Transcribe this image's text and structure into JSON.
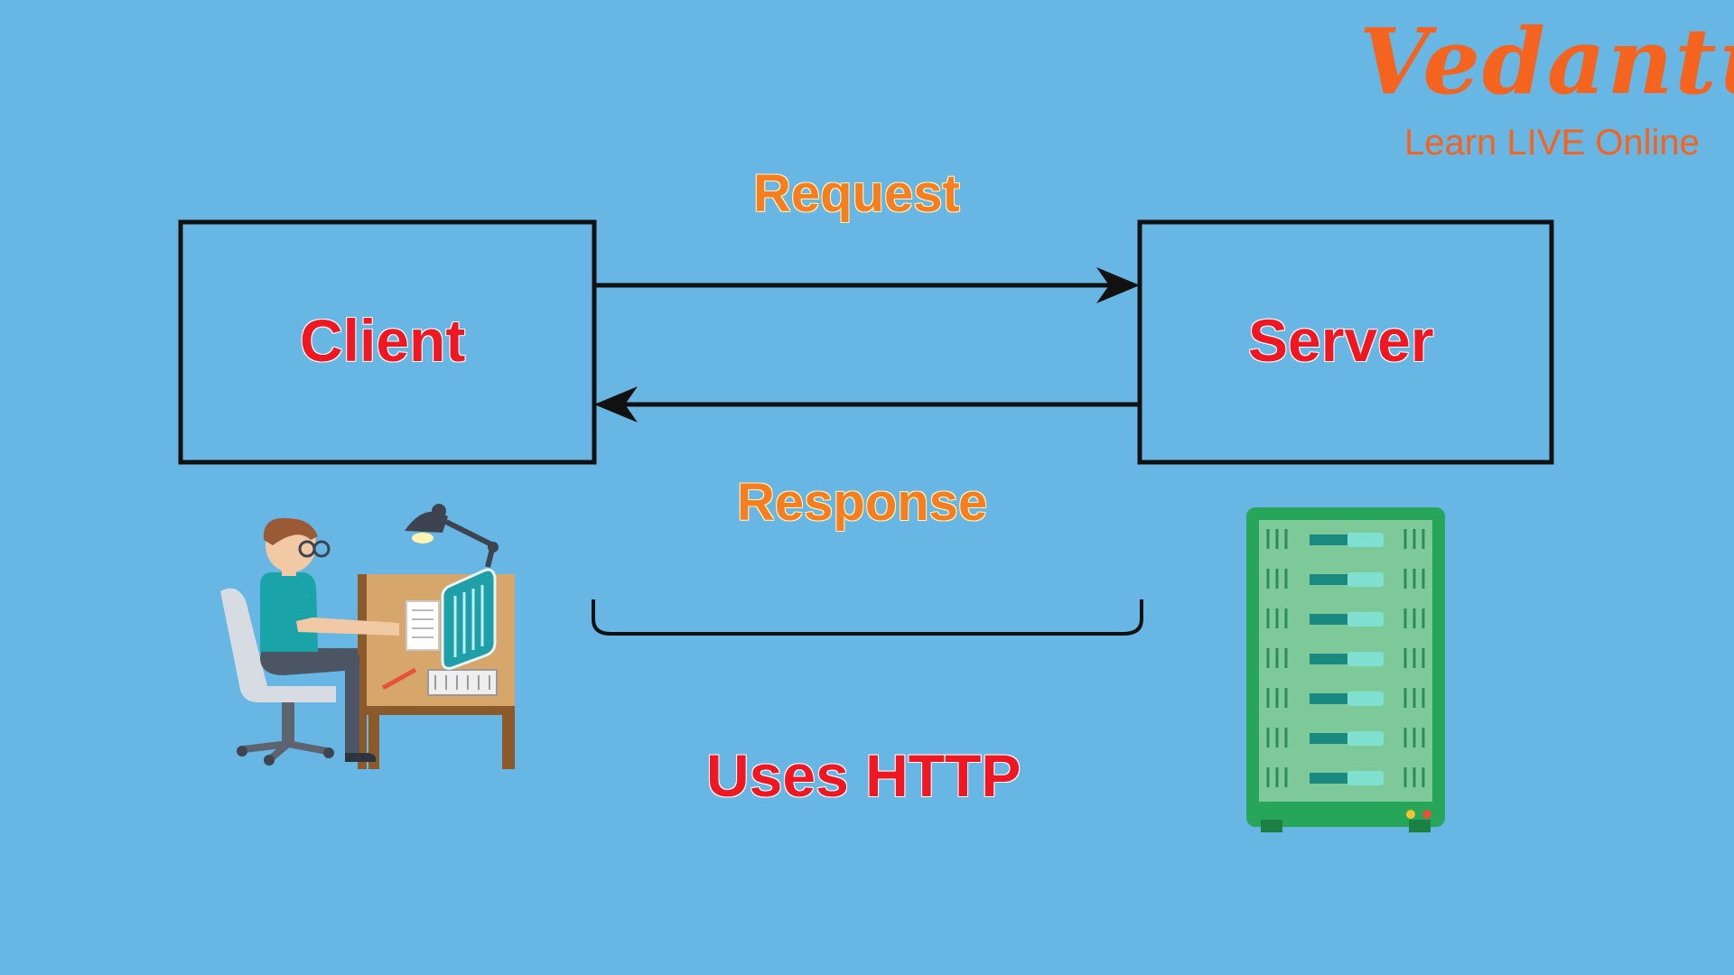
{
  "brand": {
    "name": "Vedantu",
    "tagline": "Learn LIVE Online",
    "color": "#f5641e"
  },
  "diagram": {
    "nodes": {
      "client": {
        "label": "Client"
      },
      "server": {
        "label": "Server"
      }
    },
    "edges": {
      "request": {
        "label": "Request",
        "from": "client",
        "to": "server"
      },
      "response": {
        "label": "Response",
        "from": "server",
        "to": "client"
      }
    },
    "protocol": {
      "label": "Uses HTTP"
    },
    "illustrations": {
      "client": "person-at-computer-desk",
      "server": "server-rack"
    }
  },
  "colors": {
    "background": "#67b6e3",
    "node_label": "#ee1722",
    "flow_label": "#f57f20",
    "box_border": "#111111",
    "server_green": "#27a65a",
    "server_panel": "#7ec99a",
    "server_slot": "#7fe0d0"
  }
}
